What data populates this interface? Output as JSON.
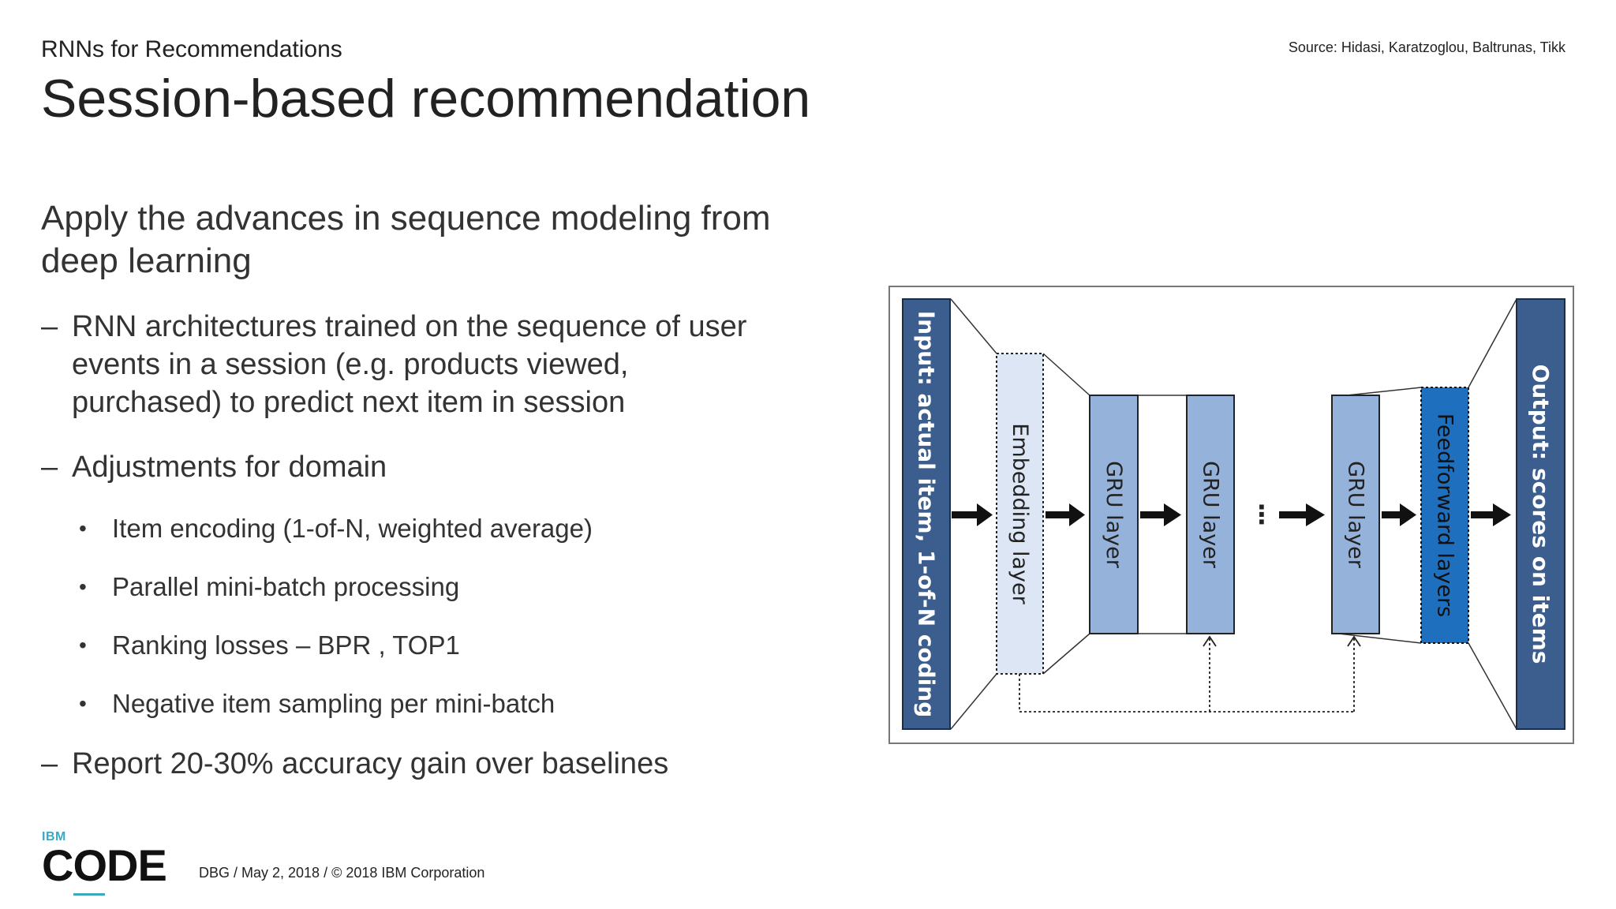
{
  "header": {
    "subtitle": "RNNs for Recommendations",
    "title": "Session-based recommendation",
    "source": "Source: Hidasi, Karatzoglou, Baltrunas, Tikk"
  },
  "body": {
    "intro": "Apply the advances in sequence modeling from deep learning",
    "dash_mark": "–",
    "bullet_mark": "•",
    "point1": "RNN architectures trained on the sequence of user events in a session (e.g. products viewed, purchased) to predict next item in session",
    "point2": "Adjustments for domain",
    "sub_points": [
      "Item encoding (1-of-N, weighted average)",
      "Parallel mini-batch processing",
      "Ranking losses – BPR , TOP1",
      "Negative item sampling per mini-batch"
    ],
    "point3": "Report 20-30% accuracy gain over baselines"
  },
  "diagram": {
    "input_label": "Input: actual item, 1-of-N coding",
    "embedding_label": "Embedding layer",
    "gru_label": "GRU layer",
    "ellipsis": "⋮",
    "feedforward_label": "Feedforward layers",
    "output_label": "Output: scores on items",
    "colors": {
      "dark_blue": "#3b5e8e",
      "light_blue": "#95b2da",
      "pale_blue": "#dce6f4",
      "bright_blue": "#1f6fbf"
    }
  },
  "footer": {
    "logo_top": "IBM",
    "logo_main": "CODE",
    "text": "DBG / May 2, 2018 / © 2018 IBM Corporation"
  }
}
